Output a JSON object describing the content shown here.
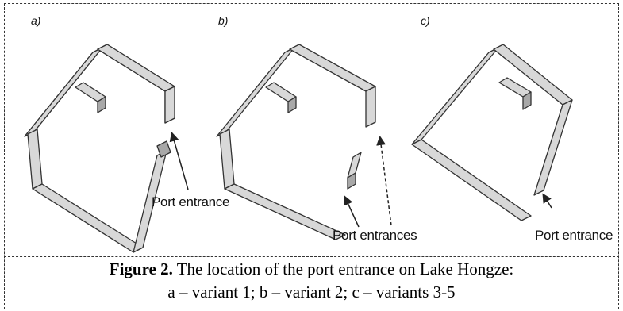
{
  "panels": [
    {
      "letter": "a)",
      "callout": "Port entrance"
    },
    {
      "letter": "b)",
      "callout": "Port entrances"
    },
    {
      "letter": "c)",
      "callout": "Port entrance"
    }
  ],
  "caption": {
    "label": "Figure 2.",
    "line1": " The location of the port entrance on Lake Hongze:",
    "line2": "a – variant 1; b – variant 2; c – variants 3-5"
  },
  "colors": {
    "wall_top": "#d8d8d8",
    "wall_side": "#a8a8a8",
    "wall_edge": "#333333"
  }
}
